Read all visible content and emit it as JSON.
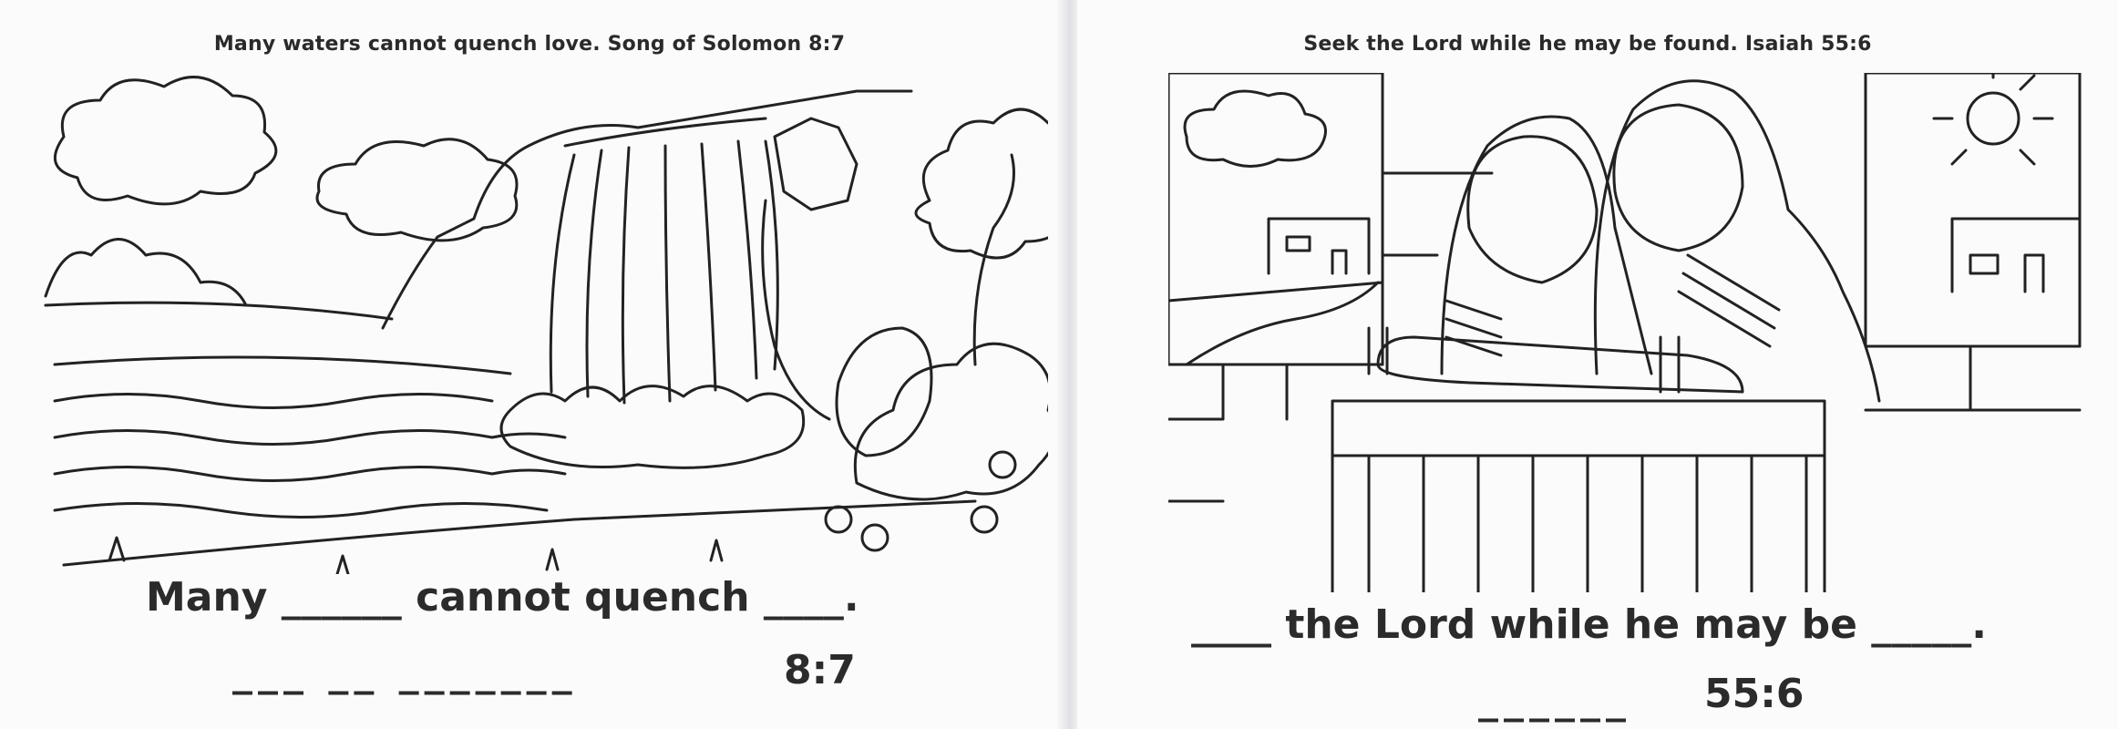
{
  "left_page": {
    "caption": "Many waters cannot quench love. Song of Solomon 8:7",
    "line1": "Many ______ cannot quench ____.",
    "line2_blank": "___ __ _______",
    "line2_ref": "8:7"
  },
  "right_page": {
    "caption": "Seek the Lord while he may be found.  Isaiah 55:6",
    "line1": "____ the Lord while he may be _____.",
    "line2_blank": "______",
    "line2_ref": "55:6"
  }
}
